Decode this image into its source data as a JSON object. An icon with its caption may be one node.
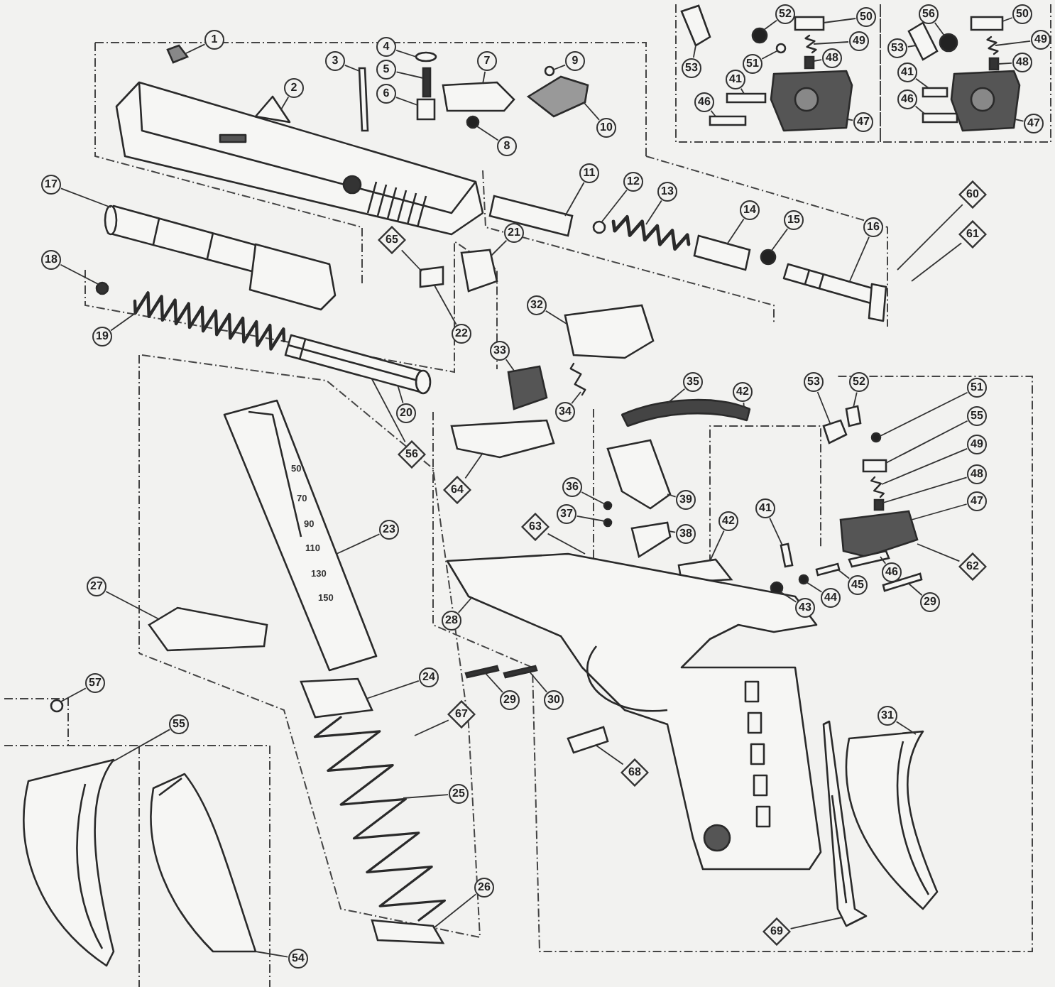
{
  "diagram": {
    "nodes": [
      {
        "text": [
          "1"
        ]
      },
      {
        "text": [
          "2"
        ]
      },
      {
        "text": [
          "3"
        ]
      },
      {
        "text": [
          "4"
        ]
      },
      {
        "text": [
          "5"
        ]
      },
      {
        "text": [
          "6"
        ]
      },
      {
        "text": [
          "7"
        ]
      },
      {
        "text": [
          "9"
        ]
      },
      {
        "text": [
          "8"
        ]
      },
      {
        "text": [
          "10"
        ]
      },
      {
        "text": [
          "11"
        ]
      },
      {
        "text": [
          "12"
        ]
      },
      {
        "text": [
          "13"
        ]
      },
      {
        "text": [
          "14"
        ]
      },
      {
        "text": [
          "15"
        ]
      },
      {
        "text": [
          "16"
        ]
      },
      {
        "text": [
          "17"
        ]
      },
      {
        "text": [
          "18"
        ]
      },
      {
        "text": [
          "19"
        ]
      },
      {
        "text": [
          "60"
        ]
      },
      {
        "text": [
          "61"
        ]
      },
      {
        "text": [
          "65"
        ]
      },
      {
        "text": [
          "21"
        ]
      },
      {
        "text": [
          "22"
        ]
      },
      {
        "text": [
          "52"
        ]
      },
      {
        "text": [
          "50"
        ]
      },
      {
        "text": [
          "49"
        ]
      },
      {
        "text": [
          "48"
        ]
      },
      {
        "text": [
          "51"
        ]
      },
      {
        "text": [
          "53"
        ]
      },
      {
        "text": [
          "41"
        ]
      },
      {
        "text": [
          "46"
        ]
      },
      {
        "text": [
          "47"
        ]
      },
      {
        "text": [
          "56"
        ]
      },
      {
        "text": [
          "50"
        ]
      },
      {
        "text": [
          "49"
        ]
      },
      {
        "text": [
          "48"
        ]
      },
      {
        "text": [
          "53"
        ]
      },
      {
        "text": [
          "41"
        ]
      },
      {
        "text": [
          "46"
        ]
      },
      {
        "text": [
          "47"
        ]
      },
      {
        "text": [
          "20"
        ]
      },
      {
        "text": [
          "56"
        ]
      },
      {
        "text": [
          "64"
        ]
      },
      {
        "text": [
          "33"
        ]
      },
      {
        "text": [
          "34"
        ]
      },
      {
        "text": [
          "35"
        ]
      },
      {
        "text": [
          "42"
        ]
      },
      {
        "text": [
          "36"
        ]
      },
      {
        "text": [
          "37"
        ]
      },
      {
        "text": [
          "39"
        ]
      },
      {
        "text": [
          "38"
        ]
      },
      {
        "text": [
          "63"
        ]
      },
      {
        "text": [
          "42"
        ]
      },
      {
        "text": [
          "41"
        ]
      },
      {
        "text": [
          "53"
        ]
      },
      {
        "text": [
          "52"
        ]
      },
      {
        "text": [
          "51"
        ]
      },
      {
        "text": [
          "55"
        ]
      },
      {
        "text": [
          "49"
        ]
      },
      {
        "text": [
          "48"
        ]
      },
      {
        "text": [
          "47"
        ]
      },
      {
        "text": [
          "62"
        ]
      },
      {
        "text": [
          "46"
        ]
      },
      {
        "text": [
          "45"
        ]
      },
      {
        "text": [
          "44"
        ]
      },
      {
        "text": [
          "43"
        ]
      },
      {
        "text": [
          "29"
        ]
      },
      {
        "text": [
          "23"
        ]
      },
      {
        "text": [
          "27"
        ]
      },
      {
        "text": [
          "28"
        ]
      },
      {
        "text": [
          "57"
        ]
      },
      {
        "text": [
          "55"
        ]
      },
      {
        "text": [
          "24"
        ]
      },
      {
        "text": [
          "67"
        ]
      },
      {
        "text": [
          "29"
        ]
      },
      {
        "text": [
          "30"
        ]
      },
      {
        "text": [
          "68"
        ]
      },
      {
        "text": [
          "25"
        ]
      },
      {
        "text": [
          "26"
        ]
      },
      {
        "text": [
          "31"
        ]
      },
      {
        "text": [
          "69"
        ]
      },
      {
        "text": [
          "54"
        ]
      },
      {
        "text": [
          "32"
        ]
      },
      {
        "text": [],
        "shape": "box"
      },
      {
        "text": [],
        "shape": "picture"
      },
      {
        "text": [],
        "shape": "box"
      },
      {
        "text": [],
        "shape": "circle"
      },
      {
        "text": [],
        "shape": "box"
      },
      {
        "text": [],
        "shape": "box"
      },
      {
        "text": [],
        "shape": "box"
      },
      {
        "text": [],
        "shape": "circle"
      },
      {
        "text": [],
        "shape": "circle"
      },
      {
        "text": [],
        "shape": "box"
      },
      {
        "text": [],
        "shape": "box"
      },
      {
        "text": [],
        "shape": "circle"
      },
      {
        "text": [],
        "shape": "spring"
      },
      {
        "text": [],
        "shape": "box"
      },
      {
        "text": [],
        "shape": "circle"
      },
      {
        "text": [],
        "shape": "picture"
      },
      {
        "text": [],
        "shape": "picture"
      },
      {
        "text": [],
        "shape": "circle"
      },
      {
        "text": [],
        "shape": "spring"
      },
      {
        "text": [],
        "shape": "box"
      },
      {
        "text": [],
        "shape": "box"
      },
      {
        "text": [],
        "shape": "picture"
      },
      {
        "text": [],
        "shape": "box"
      },
      {
        "text": [],
        "shape": "circle"
      },
      {
        "text": [],
        "shape": "circle"
      },
      {
        "text": [],
        "shape": "box"
      },
      {
        "text": [],
        "shape": "spring"
      },
      {
        "text": [],
        "shape": "box"
      },
      {
        "text": [],
        "shape": "box"
      },
      {
        "text": [],
        "shape": "box"
      },
      {
        "text": [],
        "shape": "picture"
      },
      {
        "text": [],
        "shape": "box"
      },
      {
        "text": [],
        "shape": "circle"
      },
      {
        "text": [],
        "shape": "box"
      },
      {
        "text": [],
        "shape": "spring"
      },
      {
        "text": [],
        "shape": "box"
      },
      {
        "text": [],
        "shape": "box"
      },
      {
        "text": [],
        "shape": "box"
      },
      {
        "text": [],
        "shape": "picture"
      },
      {
        "text": [],
        "shape": "box"
      },
      {
        "text": [],
        "shape": "box"
      },
      {
        "text": [],
        "shape": "spring"
      },
      {
        "text": [],
        "shape": "box"
      },
      {
        "text": [],
        "shape": "bar"
      },
      {
        "text": [],
        "shape": "circle"
      },
      {
        "text": [],
        "shape": "circle"
      },
      {
        "text": [],
        "shape": "box"
      },
      {
        "text": [],
        "shape": "box"
      },
      {
        "text": [],
        "shape": "box"
      },
      {
        "text": [],
        "shape": "box"
      },
      {
        "text": [],
        "shape": "box"
      },
      {
        "text": [],
        "shape": "box"
      },
      {
        "text": [],
        "shape": "circle"
      },
      {
        "text": [],
        "shape": "box"
      },
      {
        "text": [],
        "shape": "spring"
      },
      {
        "text": [],
        "shape": "box"
      },
      {
        "text": [],
        "shape": "box"
      },
      {
        "text": [],
        "shape": "box"
      },
      {
        "text": [],
        "shape": "box"
      },
      {
        "text": [],
        "shape": "circle"
      },
      {
        "text": [],
        "shape": "circle"
      },
      {
        "text": [],
        "shape": "box"
      },
      {
        "text": [],
        "shape": "picture"
      },
      {
        "text": [],
        "shape": "box"
      },
      {
        "text": [],
        "shape": "picture"
      },
      {
        "text": [],
        "shape": "circle"
      },
      {
        "text": [],
        "shape": "picture"
      },
      {
        "text": [],
        "shape": "box"
      },
      {
        "text": [],
        "shape": "spring"
      },
      {
        "text": [],
        "shape": "box"
      },
      {
        "text": [],
        "shape": "box"
      },
      {
        "text": [],
        "shape": "box"
      },
      {
        "text": [],
        "shape": "box"
      },
      {
        "text": [],
        "shape": "picture"
      },
      {
        "text": [],
        "shape": "picture"
      },
      {
        "text": [],
        "shape": "picture"
      }
    ],
    "edges": [
      {
        "from": 0,
        "to": 84,
        "arrow": "none"
      },
      {
        "from": 1,
        "to": 85,
        "arrow": "none"
      },
      {
        "from": 2,
        "to": 86,
        "arrow": "none"
      },
      {
        "from": 3,
        "to": 87,
        "arrow": "none"
      },
      {
        "from": 4,
        "to": 88,
        "arrow": "none"
      },
      {
        "from": 5,
        "to": 89,
        "arrow": "none"
      },
      {
        "from": 6,
        "to": 90,
        "arrow": "none"
      },
      {
        "from": 7,
        "to": 92,
        "arrow": "none"
      },
      {
        "from": 8,
        "to": 91,
        "arrow": "none"
      },
      {
        "from": 9,
        "to": 93,
        "arrow": "none"
      },
      {
        "from": 10,
        "to": 94,
        "arrow": "none"
      },
      {
        "from": 11,
        "to": 95,
        "arrow": "none"
      },
      {
        "from": 12,
        "to": 96,
        "arrow": "none"
      },
      {
        "from": 13,
        "to": 97,
        "arrow": "none"
      },
      {
        "from": 14,
        "to": 98,
        "arrow": "none"
      },
      {
        "from": 15,
        "to": 99,
        "arrow": "none"
      },
      {
        "from": 16,
        "to": 100,
        "arrow": "none"
      },
      {
        "from": 17,
        "to": 101,
        "arrow": "none"
      },
      {
        "from": 18,
        "to": 102,
        "arrow": "none"
      },
      {
        "from": 19,
        "to": null,
        "arrow": "none"
      },
      {
        "from": 20,
        "to": null,
        "arrow": "none"
      },
      {
        "from": 21,
        "to": 104,
        "arrow": "none"
      },
      {
        "from": 22,
        "to": 103,
        "arrow": "none"
      },
      {
        "from": 23,
        "to": 104,
        "arrow": "none"
      },
      {
        "from": 24,
        "to": 107,
        "arrow": "none"
      },
      {
        "from": 25,
        "to": 109,
        "arrow": "none"
      },
      {
        "from": 26,
        "to": 110,
        "arrow": "none"
      },
      {
        "from": 27,
        "to": 111,
        "arrow": "none"
      },
      {
        "from": 28,
        "to": 108,
        "arrow": "none"
      },
      {
        "from": 29,
        "to": 106,
        "arrow": "none"
      },
      {
        "from": 30,
        "to": 112,
        "arrow": "none"
      },
      {
        "from": 31,
        "to": 113,
        "arrow": "none"
      },
      {
        "from": 32,
        "to": 114,
        "arrow": "none"
      },
      {
        "from": 33,
        "to": 116,
        "arrow": "none"
      },
      {
        "from": 34,
        "to": 117,
        "arrow": "none"
      },
      {
        "from": 35,
        "to": 118,
        "arrow": "none"
      },
      {
        "from": 36,
        "to": 119,
        "arrow": "none"
      },
      {
        "from": 37,
        "to": 115,
        "arrow": "none"
      },
      {
        "from": 38,
        "to": 120,
        "arrow": "none"
      },
      {
        "from": 39,
        "to": 121,
        "arrow": "none"
      },
      {
        "from": 40,
        "to": 122,
        "arrow": "none"
      },
      {
        "from": 41,
        "to": 105,
        "arrow": "none"
      },
      {
        "from": 42,
        "to": 105,
        "arrow": "none"
      },
      {
        "from": 43,
        "to": 126,
        "arrow": "none"
      },
      {
        "from": 44,
        "to": 124,
        "arrow": "none"
      },
      {
        "from": 45,
        "to": 125,
        "arrow": "none"
      },
      {
        "from": 46,
        "to": 127,
        "arrow": "none"
      },
      {
        "from": 47,
        "to": 127,
        "arrow": "none"
      },
      {
        "from": 48,
        "to": 128,
        "arrow": "none"
      },
      {
        "from": 49,
        "to": 129,
        "arrow": "none"
      },
      {
        "from": 50,
        "to": 130,
        "arrow": "none"
      },
      {
        "from": 51,
        "to": 131,
        "arrow": "none"
      },
      {
        "from": 52,
        "to": 148,
        "arrow": "none"
      },
      {
        "from": 53,
        "to": 132,
        "arrow": "none"
      },
      {
        "from": 54,
        "to": 133,
        "arrow": "none"
      },
      {
        "from": 55,
        "to": 134,
        "arrow": "none"
      },
      {
        "from": 56,
        "to": 135,
        "arrow": "none"
      },
      {
        "from": 57,
        "to": 136,
        "arrow": "none"
      },
      {
        "from": 58,
        "to": 137,
        "arrow": "none"
      },
      {
        "from": 59,
        "to": 138,
        "arrow": "none"
      },
      {
        "from": 60,
        "to": 139,
        "arrow": "none"
      },
      {
        "from": 61,
        "to": 140,
        "arrow": "none"
      },
      {
        "from": 62,
        "to": 140,
        "arrow": "none"
      },
      {
        "from": 63,
        "to": 141,
        "arrow": "none"
      },
      {
        "from": 64,
        "to": 142,
        "arrow": "none"
      },
      {
        "from": 65,
        "to": 143,
        "arrow": "none"
      },
      {
        "from": 66,
        "to": 144,
        "arrow": "none"
      },
      {
        "from": 67,
        "to": 145,
        "arrow": "none"
      },
      {
        "from": 68,
        "to": 146,
        "arrow": "none"
      },
      {
        "from": 69,
        "to": 147,
        "arrow": "none"
      },
      {
        "from": 70,
        "to": 148,
        "arrow": "none"
      },
      {
        "from": 71,
        "to": 149,
        "arrow": "none"
      },
      {
        "from": 72,
        "to": 150,
        "arrow": "none"
      },
      {
        "from": 73,
        "to": 151,
        "arrow": "none"
      },
      {
        "from": 74,
        "to": 152,
        "arrow": "none"
      },
      {
        "from": 75,
        "to": 154,
        "arrow": "none"
      },
      {
        "from": 76,
        "to": 155,
        "arrow": "none"
      },
      {
        "from": 77,
        "to": 156,
        "arrow": "none"
      },
      {
        "from": 78,
        "to": 152,
        "arrow": "none"
      },
      {
        "from": 79,
        "to": 153,
        "arrow": "none"
      },
      {
        "from": 80,
        "to": 157,
        "arrow": "none"
      },
      {
        "from": 81,
        "to": 158,
        "arrow": "none"
      },
      {
        "from": 82,
        "to": 159,
        "arrow": "none"
      },
      {
        "from": 83,
        "to": 123,
        "arrow": "none"
      }
    ],
    "labels": [
      "50",
      "70",
      "90",
      "110",
      "130",
      "150"
    ]
  }
}
